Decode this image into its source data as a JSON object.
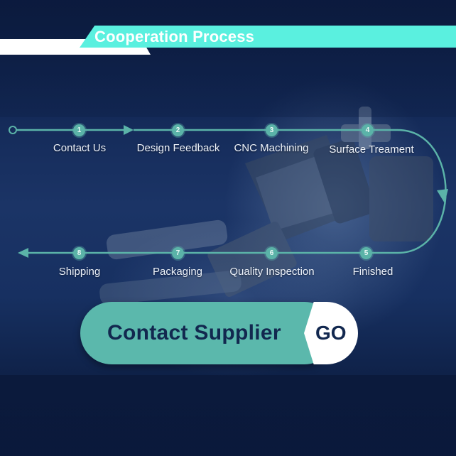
{
  "header": {
    "title": "Cooperation Process"
  },
  "steps": [
    {
      "num": "1",
      "label": "Contact Us"
    },
    {
      "num": "2",
      "label": "Design Feedback"
    },
    {
      "num": "3",
      "label": "CNC Machining"
    },
    {
      "num": "4",
      "label": "Surface Treament"
    },
    {
      "num": "5",
      "label": "Finished"
    },
    {
      "num": "6",
      "label": "Quality Inspection"
    },
    {
      "num": "7",
      "label": "Packaging"
    },
    {
      "num": "8",
      "label": "Shipping"
    }
  ],
  "cta": {
    "label": "Contact Supplier",
    "go_label": "GO"
  },
  "colors": {
    "accent": "#5af0df",
    "flow": "#5bb3a8",
    "button": "#5bb8ac",
    "text_dark": "#12284f"
  }
}
